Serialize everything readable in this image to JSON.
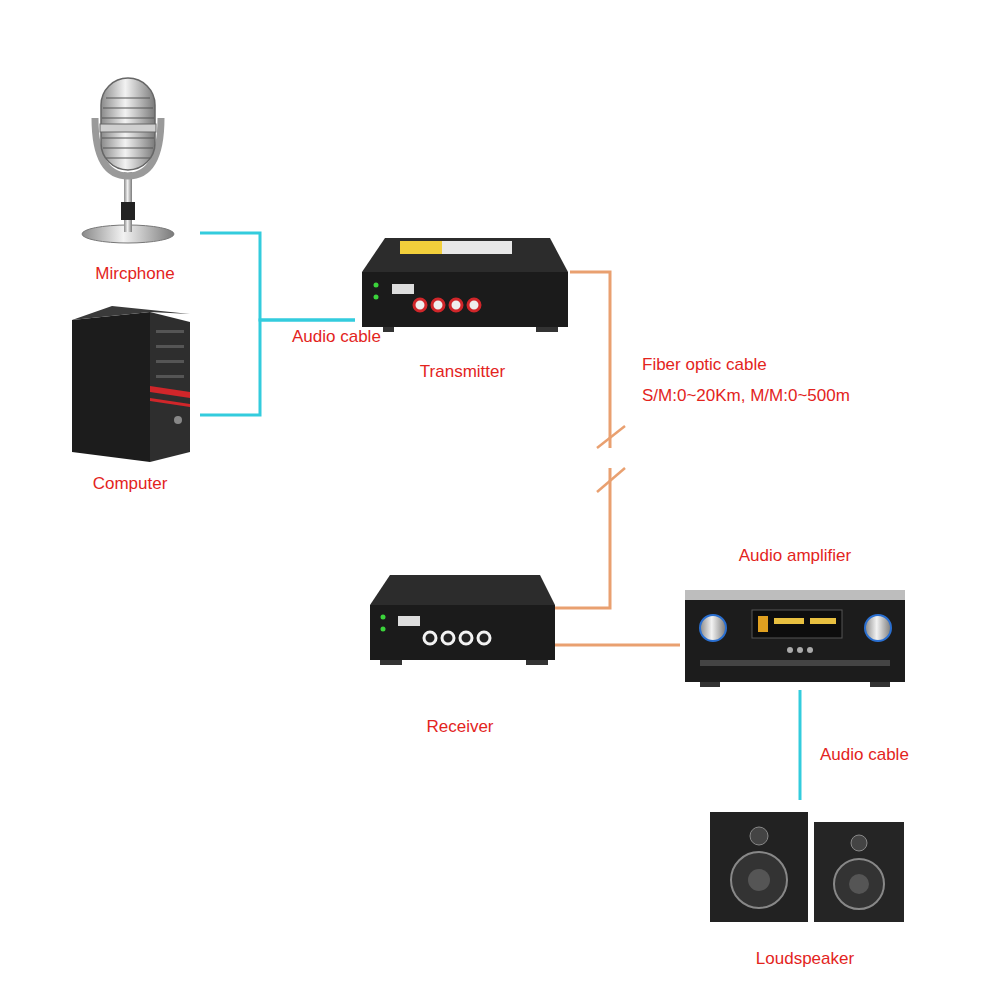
{
  "diagram": {
    "nodes": [
      {
        "text": [
          "Mircphone"
        ]
      },
      {
        "text": [
          "Computer"
        ]
      },
      {
        "text": [
          "Transmitter"
        ]
      },
      {
        "text": [
          "Receiver"
        ]
      },
      {
        "text": [
          "Audio amplifier"
        ]
      },
      {
        "text": [
          "Loudspeaker"
        ]
      }
    ],
    "edges": [
      {
        "from": 0,
        "to": 2,
        "arrow": "none",
        "label": "Audio cable"
      },
      {
        "from": 1,
        "to": 2,
        "arrow": "none"
      },
      {
        "from": 2,
        "to": 3,
        "arrow": "none",
        "label": "Fiber optic cable"
      },
      {
        "from": 3,
        "to": 4,
        "arrow": "none"
      },
      {
        "from": 4,
        "to": 5,
        "arrow": "none",
        "label": "Audio cable"
      }
    ],
    "labels": [
      "S/M:0~20Km, M/M:0~500m"
    ]
  }
}
